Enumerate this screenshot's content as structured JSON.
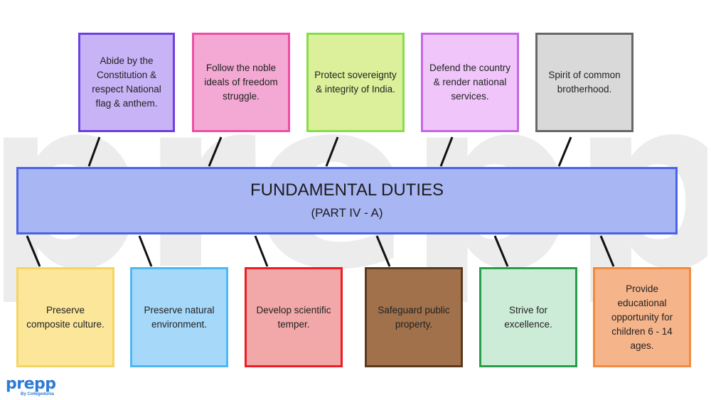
{
  "watermark": "prepp",
  "center": {
    "title": "FUNDAMENTAL DUTIES",
    "subtitle": "(PART IV - A)"
  },
  "top_duties": [
    {
      "text": "Abide by the Constitution & respect National flag & anthem.",
      "fill": "#c9b3f7",
      "border": "#6e3fe0"
    },
    {
      "text": "Follow the noble ideals of freedom struggle.",
      "fill": "#f3a9d3",
      "border": "#ee4fa6"
    },
    {
      "text": "Protect sovereignty & integrity of India.",
      "fill": "#dcf09b",
      "border": "#86dd4b"
    },
    {
      "text": "Defend the country & render national services.",
      "fill": "#f0c5fa",
      "border": "#c567e5"
    },
    {
      "text": "Spirit of common brotherhood.",
      "fill": "#d9d9d9",
      "border": "#676767"
    }
  ],
  "bottom_duties": [
    {
      "text": "Preserve composite culture.",
      "fill": "#fbe69a",
      "border": "#f4d561"
    },
    {
      "text": "Preserve natural environment.",
      "fill": "#a6d8fa",
      "border": "#4cb8f2"
    },
    {
      "text": "Develop scientific temper.",
      "fill": "#f2a8a8",
      "border": "#ee1c23"
    },
    {
      "text": "Safeguard public property.",
      "fill": "#a0714b",
      "border": "#5a3a1f"
    },
    {
      "text": "Strive for excellence.",
      "fill": "#cdecd8",
      "border": "#269f48"
    },
    {
      "text": "Provide educational opportunity for children 6 - 14 ages.",
      "fill": "#f6b48a",
      "border": "#f28a40"
    }
  ],
  "logo": {
    "name": "prepp",
    "tagline": "By Collegedunia"
  }
}
